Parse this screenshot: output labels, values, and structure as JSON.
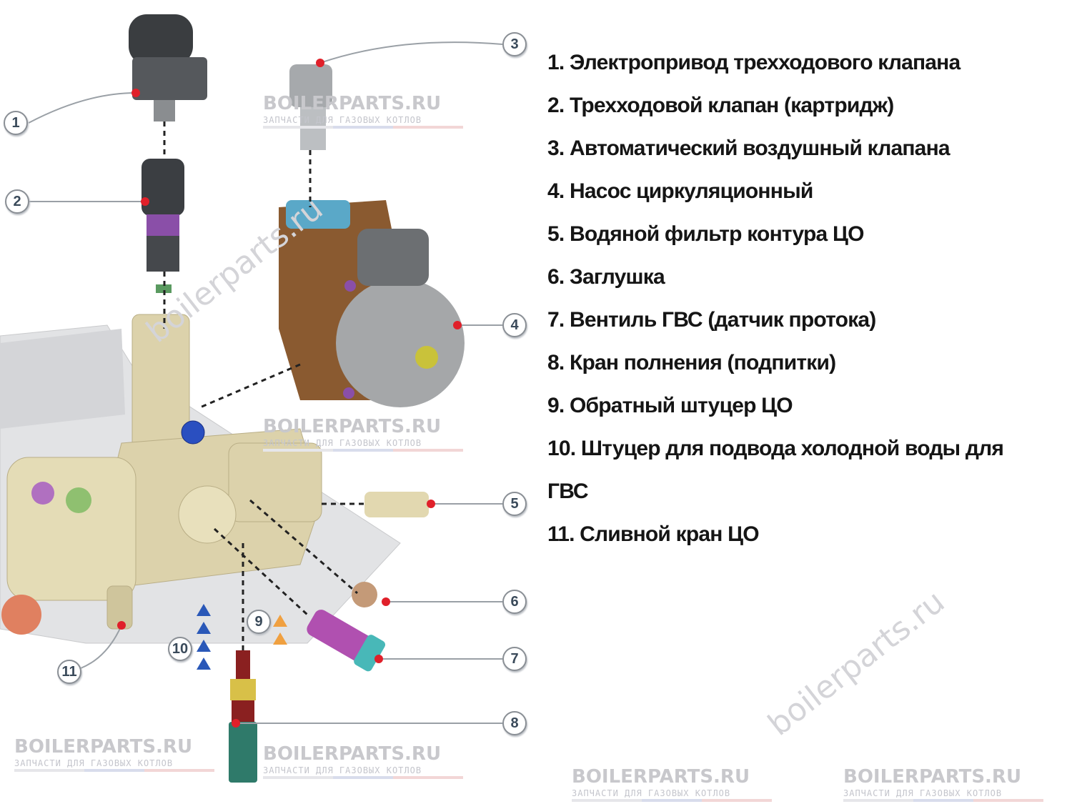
{
  "watermark": {
    "brand": "BOILERPARTS.RU",
    "subtitle": "ЗАПЧАСТИ ДЛЯ ГАЗОВЫХ КОТЛОВ",
    "diagonal": "boilerparts.ru"
  },
  "callouts": [
    "1",
    "2",
    "3",
    "4",
    "5",
    "6",
    "7",
    "8",
    "9",
    "10",
    "11"
  ],
  "legend": [
    "1. Электропривод трехходового клапана",
    "2. Трехходовой клапан (картридж)",
    "3. Автоматический воздушный клапана",
    "4. Насос циркуляционный",
    "5. Водяной фильтр контура ЦО",
    "6. Заглушка",
    "7. Вентиль ГВС (датчик протока)",
    "8. Кран полнения (подпитки)",
    "9. Обратный штуцер ЦО",
    "10. Штуцер для подвода холодной воды для",
    "ГВС",
    "11. Сливной кран ЦО"
  ],
  "colors": {
    "marker": "#e0202a",
    "leader": "#9aa0a6",
    "brass": "#d9cfa8",
    "pump": "#9a9c9e"
  }
}
